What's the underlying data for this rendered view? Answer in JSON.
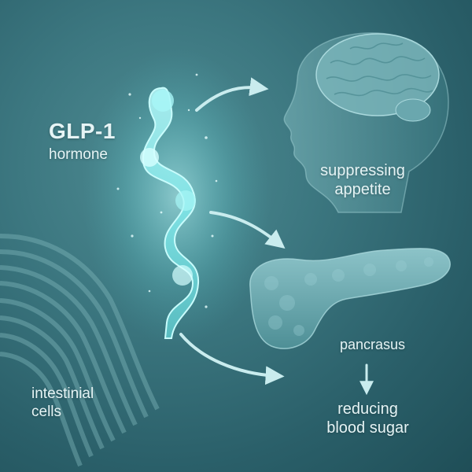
{
  "hormone": {
    "title": "GLP-1",
    "subtitle": "hormone"
  },
  "brain_effect": {
    "line1": "suppressing",
    "line2": "appetite"
  },
  "pancreas": {
    "label": "pancrasus"
  },
  "pancreas_effect": {
    "line1": "reducing",
    "line2": "blood sugar"
  },
  "intestine": {
    "line1": "intestinial",
    "line2": "cells"
  },
  "colors": {
    "background": "#3c7780",
    "glow": "#8ff5f5",
    "organ": "#6aa7ae",
    "text": "#e6f4f5"
  }
}
